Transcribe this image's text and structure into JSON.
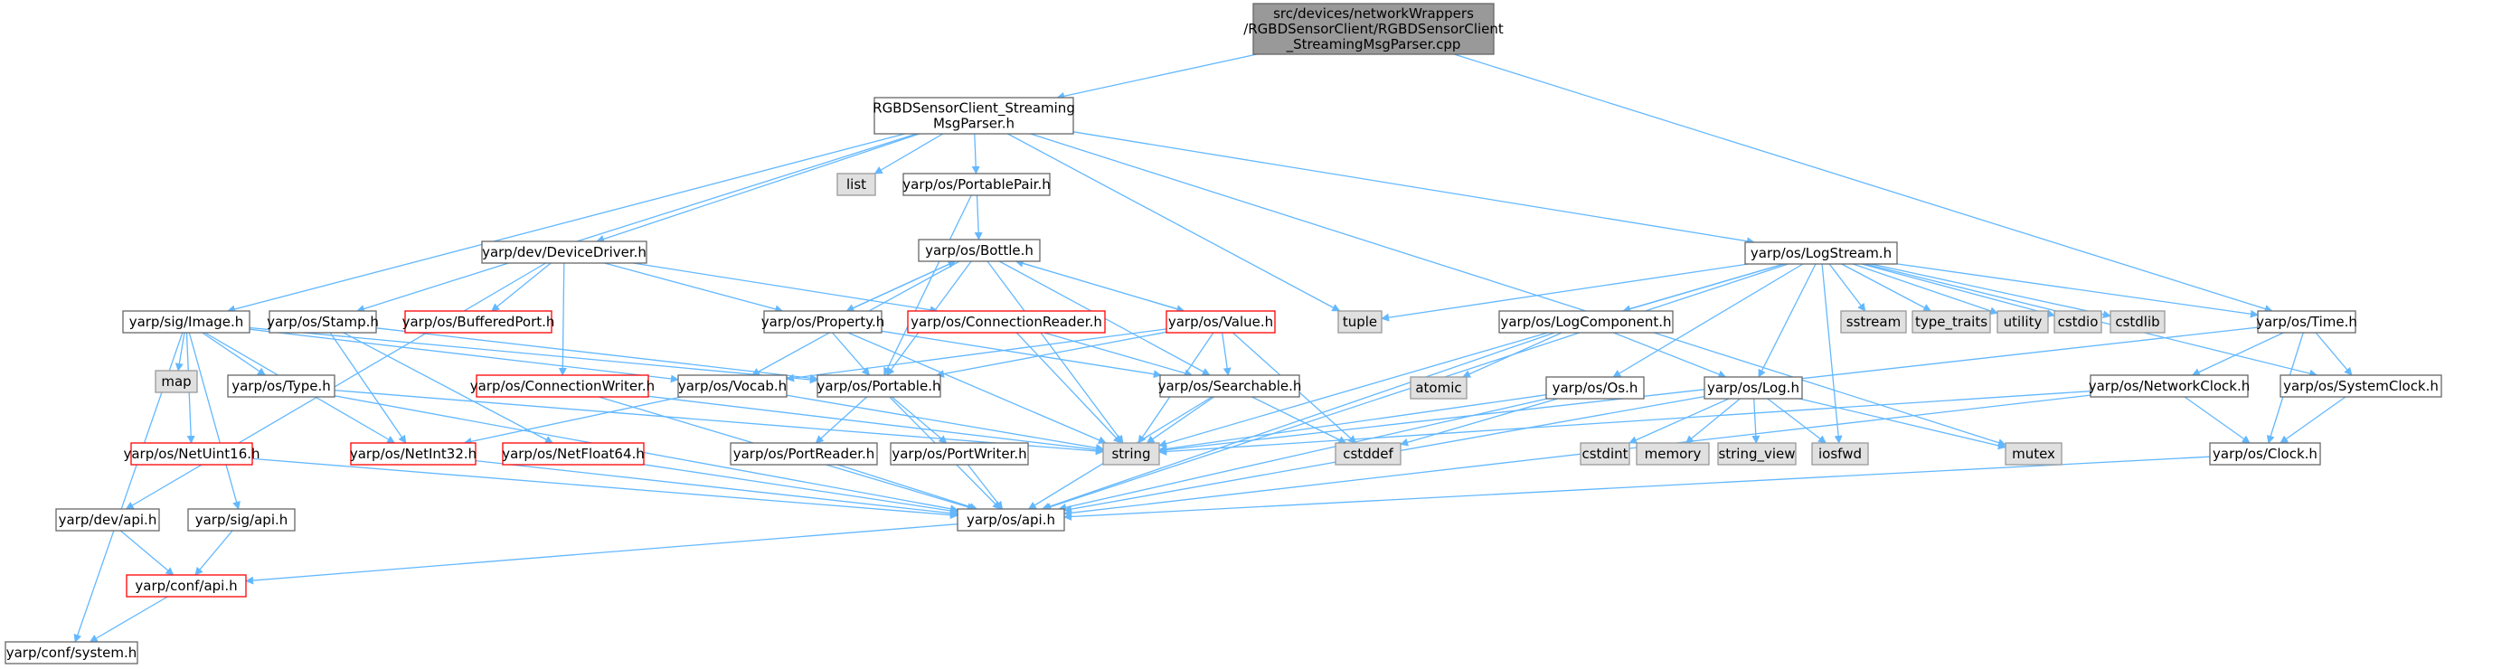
{
  "colors": {
    "edge": "#63b8ff",
    "node_fill": "#ffffff",
    "node_border": "#666666",
    "missing_border": "#ff0000",
    "system_fill": "#e0e0e0",
    "system_border": "#999999",
    "root_fill": "#999999",
    "root_border": "#666666"
  },
  "nodes": [
    {
      "id": "root",
      "label": [
        "src/devices/networkWrappers",
        "/RGBDSensorClient/RGBDSensorClient",
        "_StreamingMsgParser.cpp"
      ],
      "kind": "root"
    },
    {
      "id": "msgparser_h",
      "label": [
        "RGBDSensorClient_Streaming",
        "MsgParser.h"
      ],
      "kind": "normal"
    },
    {
      "id": "list",
      "label": [
        "list"
      ],
      "kind": "system"
    },
    {
      "id": "portablepair",
      "label": [
        "yarp/os/PortablePair.h"
      ],
      "kind": "normal"
    },
    {
      "id": "bottle",
      "label": [
        "yarp/os/Bottle.h"
      ],
      "kind": "normal"
    },
    {
      "id": "devicedriver",
      "label": [
        "yarp/dev/DeviceDriver.h"
      ],
      "kind": "normal"
    },
    {
      "id": "logstream",
      "label": [
        "yarp/os/LogStream.h"
      ],
      "kind": "normal"
    },
    {
      "id": "tuple",
      "label": [
        "tuple"
      ],
      "kind": "system"
    },
    {
      "id": "sstream",
      "label": [
        "sstream"
      ],
      "kind": "system"
    },
    {
      "id": "type_traits",
      "label": [
        "type_traits"
      ],
      "kind": "system"
    },
    {
      "id": "utility",
      "label": [
        "utility"
      ],
      "kind": "system"
    },
    {
      "id": "cstdio",
      "label": [
        "cstdio"
      ],
      "kind": "system"
    },
    {
      "id": "cstdlib",
      "label": [
        "cstdlib"
      ],
      "kind": "system"
    },
    {
      "id": "time",
      "label": [
        "yarp/os/Time.h"
      ],
      "kind": "normal"
    },
    {
      "id": "image",
      "label": [
        "yarp/sig/Image.h"
      ],
      "kind": "normal"
    },
    {
      "id": "stamp",
      "label": [
        "yarp/os/Stamp.h"
      ],
      "kind": "normal"
    },
    {
      "id": "bufferedport",
      "label": [
        "yarp/os/BufferedPort.h"
      ],
      "kind": "missing"
    },
    {
      "id": "property",
      "label": [
        "yarp/os/Property.h"
      ],
      "kind": "normal"
    },
    {
      "id": "connectionreader",
      "label": [
        "yarp/os/ConnectionReader.h"
      ],
      "kind": "missing"
    },
    {
      "id": "value",
      "label": [
        "yarp/os/Value.h"
      ],
      "kind": "missing"
    },
    {
      "id": "logcomponent",
      "label": [
        "yarp/os/LogComponent.h"
      ],
      "kind": "normal"
    },
    {
      "id": "map",
      "label": [
        "map"
      ],
      "kind": "system"
    },
    {
      "id": "type",
      "label": [
        "yarp/os/Type.h"
      ],
      "kind": "normal"
    },
    {
      "id": "connectionwriter",
      "label": [
        "yarp/os/ConnectionWriter.h"
      ],
      "kind": "missing"
    },
    {
      "id": "vocab",
      "label": [
        "yarp/os/Vocab.h"
      ],
      "kind": "normal"
    },
    {
      "id": "portable",
      "label": [
        "yarp/os/Portable.h"
      ],
      "kind": "normal"
    },
    {
      "id": "searchable",
      "label": [
        "yarp/os/Searchable.h"
      ],
      "kind": "normal"
    },
    {
      "id": "atomic",
      "label": [
        "atomic"
      ],
      "kind": "system"
    },
    {
      "id": "os_h",
      "label": [
        "yarp/os/Os.h"
      ],
      "kind": "normal"
    },
    {
      "id": "log",
      "label": [
        "yarp/os/Log.h"
      ],
      "kind": "normal"
    },
    {
      "id": "networkclock",
      "label": [
        "yarp/os/NetworkClock.h"
      ],
      "kind": "normal"
    },
    {
      "id": "systemclock",
      "label": [
        "yarp/os/SystemClock.h"
      ],
      "kind": "normal"
    },
    {
      "id": "netuint16",
      "label": [
        "yarp/os/NetUint16.h"
      ],
      "kind": "missing"
    },
    {
      "id": "netint32",
      "label": [
        "yarp/os/NetInt32.h"
      ],
      "kind": "missing"
    },
    {
      "id": "netfloat64",
      "label": [
        "yarp/os/NetFloat64.h"
      ],
      "kind": "missing"
    },
    {
      "id": "string",
      "label": [
        "string"
      ],
      "kind": "system"
    },
    {
      "id": "portreader",
      "label": [
        "yarp/os/PortReader.h"
      ],
      "kind": "normal"
    },
    {
      "id": "portwriter",
      "label": [
        "yarp/os/PortWriter.h"
      ],
      "kind": "normal"
    },
    {
      "id": "cstddef",
      "label": [
        "cstddef"
      ],
      "kind": "system"
    },
    {
      "id": "cstdint",
      "label": [
        "cstdint"
      ],
      "kind": "system"
    },
    {
      "id": "memory",
      "label": [
        "memory"
      ],
      "kind": "system"
    },
    {
      "id": "string_view",
      "label": [
        "string_view"
      ],
      "kind": "system"
    },
    {
      "id": "iosfwd",
      "label": [
        "iosfwd"
      ],
      "kind": "system"
    },
    {
      "id": "mutex",
      "label": [
        "mutex"
      ],
      "kind": "system"
    },
    {
      "id": "clock",
      "label": [
        "yarp/os/Clock.h"
      ],
      "kind": "normal"
    },
    {
      "id": "dev_api",
      "label": [
        "yarp/dev/api.h"
      ],
      "kind": "normal"
    },
    {
      "id": "sig_api",
      "label": [
        "yarp/sig/api.h"
      ],
      "kind": "normal"
    },
    {
      "id": "os_api",
      "label": [
        "yarp/os/api.h"
      ],
      "kind": "normal"
    },
    {
      "id": "conf_api",
      "label": [
        "yarp/conf/api.h"
      ],
      "kind": "missing"
    },
    {
      "id": "conf_system",
      "label": [
        "yarp/conf/system.h"
      ],
      "kind": "normal"
    }
  ],
  "edges": [
    [
      "root",
      "msgparser_h"
    ],
    [
      "root",
      "time"
    ],
    [
      "msgparser_h",
      "list"
    ],
    [
      "msgparser_h",
      "portablepair"
    ],
    [
      "msgparser_h",
      "devicedriver"
    ],
    [
      "msgparser_h",
      "logstream"
    ],
    [
      "msgparser_h",
      "tuple"
    ],
    [
      "msgparser_h",
      "image"
    ],
    [
      "msgparser_h",
      "stamp"
    ],
    [
      "msgparser_h",
      "mutex"
    ],
    [
      "portablepair",
      "bottle"
    ],
    [
      "portablepair",
      "portable"
    ],
    [
      "bottle",
      "property"
    ],
    [
      "bottle",
      "value"
    ],
    [
      "bottle",
      "portable"
    ],
    [
      "bottle",
      "searchable"
    ],
    [
      "bottle",
      "vocab"
    ],
    [
      "bottle",
      "string"
    ],
    [
      "devicedriver",
      "dev_api"
    ],
    [
      "devicedriver",
      "property"
    ],
    [
      "devicedriver",
      "bufferedport"
    ],
    [
      "devicedriver",
      "connectionreader"
    ],
    [
      "devicedriver",
      "connectionwriter"
    ],
    [
      "logstream",
      "tuple"
    ],
    [
      "logstream",
      "sstream"
    ],
    [
      "logstream",
      "type_traits"
    ],
    [
      "logstream",
      "utility"
    ],
    [
      "logstream",
      "cstdio"
    ],
    [
      "logstream",
      "cstdlib"
    ],
    [
      "logstream",
      "time"
    ],
    [
      "logstream",
      "logcomponent"
    ],
    [
      "logstream",
      "os_h"
    ],
    [
      "logstream",
      "log"
    ],
    [
      "logstream",
      "systemclock"
    ],
    [
      "logstream",
      "string"
    ],
    [
      "logstream",
      "iosfwd"
    ],
    [
      "logstream",
      "os_api"
    ],
    [
      "time",
      "networkclock"
    ],
    [
      "time",
      "systemclock"
    ],
    [
      "time",
      "clock"
    ],
    [
      "time",
      "string"
    ],
    [
      "image",
      "map"
    ],
    [
      "image",
      "type"
    ],
    [
      "image",
      "netuint16"
    ],
    [
      "image",
      "netint32"
    ],
    [
      "image",
      "sig_api"
    ],
    [
      "image",
      "conf_system"
    ],
    [
      "image",
      "portable"
    ],
    [
      "image",
      "vocab"
    ],
    [
      "stamp",
      "portable"
    ],
    [
      "stamp",
      "netint32"
    ],
    [
      "stamp",
      "netfloat64"
    ],
    [
      "property",
      "bottle"
    ],
    [
      "property",
      "portable"
    ],
    [
      "property",
      "searchable"
    ],
    [
      "property",
      "string"
    ],
    [
      "connectionreader",
      "searchable"
    ],
    [
      "connectionreader",
      "string"
    ],
    [
      "value",
      "bottle"
    ],
    [
      "value",
      "portable"
    ],
    [
      "value",
      "searchable"
    ],
    [
      "value",
      "string"
    ],
    [
      "value",
      "cstddef"
    ],
    [
      "value",
      "vocab"
    ],
    [
      "logcomponent",
      "atomic"
    ],
    [
      "logcomponent",
      "log"
    ],
    [
      "logcomponent",
      "os_api"
    ],
    [
      "type",
      "string"
    ],
    [
      "type",
      "os_api"
    ],
    [
      "connectionwriter",
      "string"
    ],
    [
      "connectionwriter",
      "os_api"
    ],
    [
      "vocab",
      "netint32"
    ],
    [
      "vocab",
      "string"
    ],
    [
      "portable",
      "portreader"
    ],
    [
      "portable",
      "portwriter"
    ],
    [
      "portable",
      "os_api"
    ],
    [
      "searchable",
      "string"
    ],
    [
      "searchable",
      "cstddef"
    ],
    [
      "searchable",
      "os_api"
    ],
    [
      "os_h",
      "string"
    ],
    [
      "os_h",
      "cstddef"
    ],
    [
      "os_h",
      "os_api"
    ],
    [
      "log",
      "cstdint"
    ],
    [
      "log",
      "memory"
    ],
    [
      "log",
      "string_view"
    ],
    [
      "log",
      "iosfwd"
    ],
    [
      "log",
      "mutex"
    ],
    [
      "log",
      "os_api"
    ],
    [
      "networkclock",
      "string"
    ],
    [
      "networkclock",
      "clock"
    ],
    [
      "networkclock",
      "os_api"
    ],
    [
      "systemclock",
      "clock"
    ],
    [
      "netuint16",
      "os_api"
    ],
    [
      "netint32",
      "os_api"
    ],
    [
      "netfloat64",
      "os_api"
    ],
    [
      "portreader",
      "os_api"
    ],
    [
      "portwriter",
      "os_api"
    ],
    [
      "clock",
      "os_api"
    ],
    [
      "dev_api",
      "conf_api"
    ],
    [
      "sig_api",
      "conf_api"
    ],
    [
      "os_api",
      "conf_api"
    ],
    [
      "conf_api",
      "conf_system"
    ]
  ]
}
